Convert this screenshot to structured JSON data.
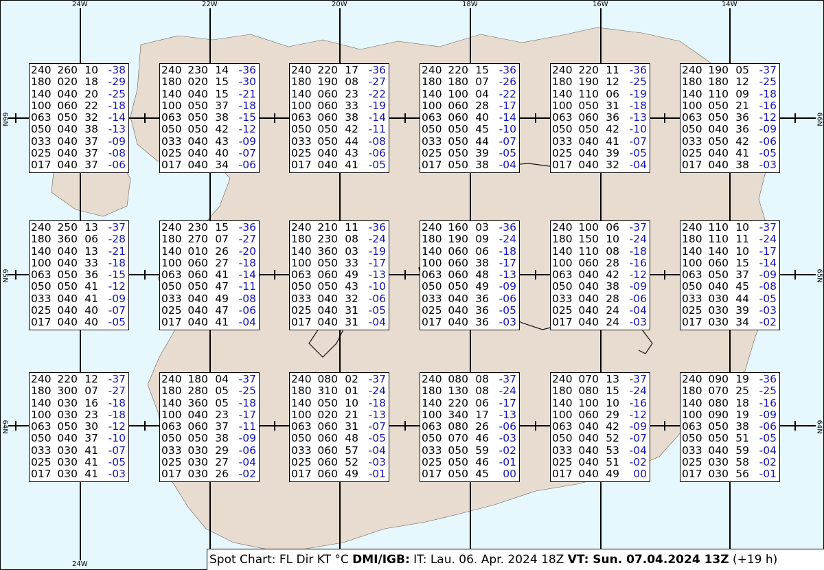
{
  "longitude_labels": [
    "24W",
    "22W",
    "20W",
    "18W",
    "16W",
    "14W"
  ],
  "latitude_labels": [
    "66N",
    "65N",
    "64N"
  ],
  "footer": {
    "prefix": "Spot Chart: FL Dir KT °C ",
    "source": "DMI/IGB:",
    "issue": " IT: Lau. 06. Apr. 2024 18Z ",
    "vt_label": "VT: Sun. 07.04.2024 13Z",
    "offset": " (+19 h)"
  },
  "spots": [
    [
      [
        [
          "240",
          "260",
          "10",
          "-38"
        ],
        [
          "180",
          "020",
          "18",
          "-29"
        ],
        [
          "140",
          "040",
          "20",
          "-25"
        ],
        [
          "100",
          "060",
          "22",
          "-18"
        ],
        [
          "063",
          "050",
          "32",
          "-14"
        ],
        [
          "050",
          "040",
          "38",
          "-13"
        ],
        [
          "033",
          "040",
          "37",
          "-09"
        ],
        [
          "025",
          "040",
          "37",
          "-08"
        ],
        [
          "017",
          "040",
          "37",
          "-06"
        ]
      ],
      [
        [
          "240",
          "230",
          "14",
          "-36"
        ],
        [
          "180",
          "020",
          "15",
          "-30"
        ],
        [
          "140",
          "040",
          "15",
          "-21"
        ],
        [
          "100",
          "050",
          "37",
          "-18"
        ],
        [
          "063",
          "050",
          "38",
          "-15"
        ],
        [
          "050",
          "050",
          "42",
          "-12"
        ],
        [
          "033",
          "040",
          "43",
          "-09"
        ],
        [
          "025",
          "040",
          "40",
          "-07"
        ],
        [
          "017",
          "040",
          "34",
          "-06"
        ]
      ],
      [
        [
          "240",
          "220",
          "17",
          "-36"
        ],
        [
          "180",
          "190",
          "08",
          "-27"
        ],
        [
          "140",
          "060",
          "23",
          "-22"
        ],
        [
          "100",
          "060",
          "33",
          "-19"
        ],
        [
          "063",
          "060",
          "38",
          "-14"
        ],
        [
          "050",
          "050",
          "42",
          "-11"
        ],
        [
          "033",
          "050",
          "44",
          "-08"
        ],
        [
          "025",
          "040",
          "43",
          "-06"
        ],
        [
          "017",
          "040",
          "41",
          "-05"
        ]
      ],
      [
        [
          "240",
          "220",
          "15",
          "-36"
        ],
        [
          "180",
          "180",
          "07",
          "-26"
        ],
        [
          "140",
          "100",
          "04",
          "-22"
        ],
        [
          "100",
          "060",
          "28",
          "-17"
        ],
        [
          "063",
          "060",
          "40",
          "-14"
        ],
        [
          "050",
          "050",
          "45",
          "-10"
        ],
        [
          "033",
          "050",
          "44",
          "-07"
        ],
        [
          "025",
          "050",
          "39",
          "-05"
        ],
        [
          "017",
          "050",
          "38",
          "-04"
        ]
      ],
      [
        [
          "240",
          "220",
          "11",
          "-36"
        ],
        [
          "180",
          "190",
          "12",
          "-25"
        ],
        [
          "140",
          "110",
          "06",
          "-19"
        ],
        [
          "100",
          "050",
          "31",
          "-18"
        ],
        [
          "063",
          "060",
          "36",
          "-13"
        ],
        [
          "050",
          "050",
          "42",
          "-10"
        ],
        [
          "033",
          "040",
          "41",
          "-07"
        ],
        [
          "025",
          "040",
          "39",
          "-05"
        ],
        [
          "017",
          "040",
          "32",
          "-04"
        ]
      ],
      [
        [
          "240",
          "190",
          "05",
          "-37"
        ],
        [
          "180",
          "180",
          "12",
          "-25"
        ],
        [
          "140",
          "110",
          "09",
          "-18"
        ],
        [
          "100",
          "050",
          "21",
          "-16"
        ],
        [
          "063",
          "050",
          "36",
          "-12"
        ],
        [
          "050",
          "040",
          "36",
          "-09"
        ],
        [
          "033",
          "050",
          "42",
          "-06"
        ],
        [
          "025",
          "040",
          "41",
          "-05"
        ],
        [
          "017",
          "040",
          "38",
          "-03"
        ]
      ]
    ],
    [
      [
        [
          "240",
          "250",
          "13",
          "-37"
        ],
        [
          "180",
          "360",
          "06",
          "-28"
        ],
        [
          "140",
          "040",
          "13",
          "-21"
        ],
        [
          "100",
          "040",
          "33",
          "-18"
        ],
        [
          "063",
          "050",
          "36",
          "-15"
        ],
        [
          "050",
          "050",
          "41",
          "-12"
        ],
        [
          "033",
          "040",
          "41",
          "-09"
        ],
        [
          "025",
          "040",
          "40",
          "-07"
        ],
        [
          "017",
          "040",
          "40",
          "-05"
        ]
      ],
      [
        [
          "240",
          "230",
          "15",
          "-36"
        ],
        [
          "180",
          "270",
          "07",
          "-27"
        ],
        [
          "140",
          "010",
          "26",
          "-20"
        ],
        [
          "100",
          "060",
          "27",
          "-18"
        ],
        [
          "063",
          "060",
          "41",
          "-14"
        ],
        [
          "050",
          "050",
          "47",
          "-11"
        ],
        [
          "033",
          "040",
          "49",
          "-08"
        ],
        [
          "025",
          "040",
          "47",
          "-06"
        ],
        [
          "017",
          "040",
          "41",
          "-04"
        ]
      ],
      [
        [
          "240",
          "210",
          "11",
          "-36"
        ],
        [
          "180",
          "230",
          "08",
          "-24"
        ],
        [
          "140",
          "360",
          "03",
          "-19"
        ],
        [
          "100",
          "050",
          "33",
          "-17"
        ],
        [
          "063",
          "060",
          "49",
          "-13"
        ],
        [
          "050",
          "050",
          "43",
          "-10"
        ],
        [
          "033",
          "040",
          "32",
          "-06"
        ],
        [
          "025",
          "040",
          "31",
          "-05"
        ],
        [
          "017",
          "040",
          "31",
          "-04"
        ]
      ],
      [
        [
          "240",
          "160",
          "03",
          "-36"
        ],
        [
          "180",
          "190",
          "09",
          "-24"
        ],
        [
          "140",
          "060",
          "06",
          "-18"
        ],
        [
          "100",
          "060",
          "38",
          "-17"
        ],
        [
          "063",
          "060",
          "48",
          "-13"
        ],
        [
          "050",
          "050",
          "49",
          "-09"
        ],
        [
          "033",
          "040",
          "36",
          "-06"
        ],
        [
          "025",
          "040",
          "36",
          "-05"
        ],
        [
          "017",
          "040",
          "36",
          "-03"
        ]
      ],
      [
        [
          "240",
          "100",
          "06",
          "-37"
        ],
        [
          "180",
          "150",
          "10",
          "-24"
        ],
        [
          "140",
          "110",
          "08",
          "-18"
        ],
        [
          "100",
          "060",
          "28",
          "-16"
        ],
        [
          "063",
          "040",
          "42",
          "-12"
        ],
        [
          "050",
          "040",
          "38",
          "-09"
        ],
        [
          "033",
          "040",
          "28",
          "-06"
        ],
        [
          "025",
          "040",
          "24",
          "-04"
        ],
        [
          "017",
          "040",
          "24",
          "-03"
        ]
      ],
      [
        [
          "240",
          "110",
          "10",
          "-37"
        ],
        [
          "180",
          "110",
          "11",
          "-24"
        ],
        [
          "140",
          "140",
          "10",
          "-17"
        ],
        [
          "100",
          "060",
          "15",
          "-14"
        ],
        [
          "063",
          "050",
          "37",
          "-09"
        ],
        [
          "050",
          "040",
          "45",
          "-08"
        ],
        [
          "033",
          "030",
          "44",
          "-05"
        ],
        [
          "025",
          "030",
          "39",
          "-03"
        ],
        [
          "017",
          "030",
          "34",
          "-02"
        ]
      ]
    ],
    [
      [
        [
          "240",
          "220",
          "12",
          "-37"
        ],
        [
          "180",
          "300",
          "07",
          "-27"
        ],
        [
          "140",
          "030",
          "16",
          "-18"
        ],
        [
          "100",
          "030",
          "23",
          "-18"
        ],
        [
          "063",
          "050",
          "30",
          "-12"
        ],
        [
          "050",
          "040",
          "37",
          "-10"
        ],
        [
          "033",
          "030",
          "41",
          "-07"
        ],
        [
          "025",
          "030",
          "41",
          "-05"
        ],
        [
          "017",
          "030",
          "41",
          "-03"
        ]
      ],
      [
        [
          "240",
          "180",
          "04",
          "-37"
        ],
        [
          "180",
          "280",
          "05",
          "-25"
        ],
        [
          "140",
          "360",
          "05",
          "-18"
        ],
        [
          "100",
          "040",
          "23",
          "-17"
        ],
        [
          "063",
          "060",
          "37",
          "-11"
        ],
        [
          "050",
          "050",
          "38",
          "-09"
        ],
        [
          "033",
          "030",
          "29",
          "-06"
        ],
        [
          "025",
          "030",
          "27",
          "-04"
        ],
        [
          "017",
          "030",
          "26",
          "-02"
        ]
      ],
      [
        [
          "240",
          "080",
          "02",
          "-37"
        ],
        [
          "180",
          "310",
          "01",
          "-24"
        ],
        [
          "140",
          "050",
          "10",
          "-18"
        ],
        [
          "100",
          "020",
          "21",
          "-13"
        ],
        [
          "063",
          "060",
          "31",
          "-07"
        ],
        [
          "050",
          "060",
          "48",
          "-05"
        ],
        [
          "033",
          "060",
          "57",
          "-04"
        ],
        [
          "025",
          "060",
          "52",
          "-03"
        ],
        [
          "017",
          "060",
          "49",
          "-01"
        ]
      ],
      [
        [
          "240",
          "080",
          "08",
          "-37"
        ],
        [
          "180",
          "130",
          "08",
          "-24"
        ],
        [
          "140",
          "220",
          "06",
          "-17"
        ],
        [
          "100",
          "340",
          "17",
          "-13"
        ],
        [
          "063",
          "080",
          "26",
          "-06"
        ],
        [
          "050",
          "070",
          "46",
          "-03"
        ],
        [
          "033",
          "050",
          "59",
          "-02"
        ],
        [
          "025",
          "050",
          "46",
          "-01"
        ],
        [
          "017",
          "050",
          "45",
          "00"
        ]
      ],
      [
        [
          "240",
          "070",
          "13",
          "-37"
        ],
        [
          "180",
          "080",
          "15",
          "-24"
        ],
        [
          "140",
          "100",
          "10",
          "-16"
        ],
        [
          "100",
          "060",
          "29",
          "-12"
        ],
        [
          "063",
          "040",
          "42",
          "-09"
        ],
        [
          "050",
          "040",
          "52",
          "-07"
        ],
        [
          "033",
          "040",
          "53",
          "-04"
        ],
        [
          "025",
          "040",
          "51",
          "-02"
        ],
        [
          "017",
          "040",
          "49",
          "00"
        ]
      ],
      [
        [
          "240",
          "090",
          "19",
          "-36"
        ],
        [
          "180",
          "070",
          "25",
          "-25"
        ],
        [
          "140",
          "080",
          "18",
          "-16"
        ],
        [
          "100",
          "090",
          "19",
          "-09"
        ],
        [
          "063",
          "050",
          "38",
          "-06"
        ],
        [
          "050",
          "050",
          "51",
          "-05"
        ],
        [
          "033",
          "040",
          "59",
          "-04"
        ],
        [
          "025",
          "030",
          "58",
          "-02"
        ],
        [
          "017",
          "030",
          "56",
          "-01"
        ]
      ]
    ]
  ]
}
